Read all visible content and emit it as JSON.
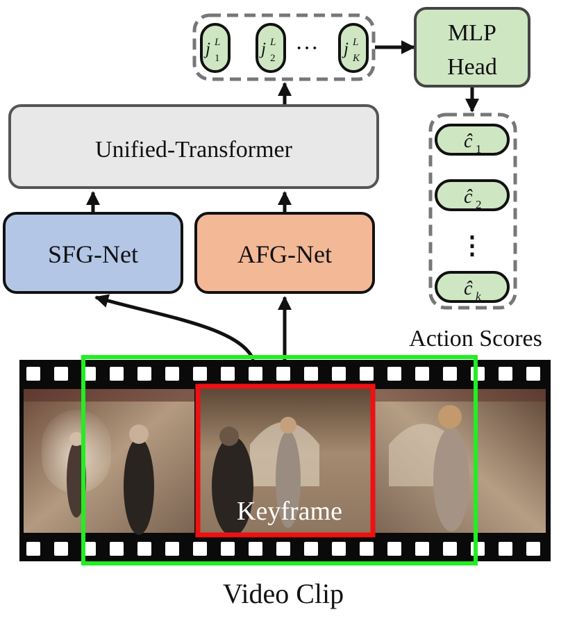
{
  "tokens": {
    "items": [
      {
        "base": "j",
        "sup": "L",
        "sub": "1"
      },
      {
        "base": "j",
        "sup": "L",
        "sub": "2"
      },
      {
        "base": "j",
        "sup": "L",
        "sub": "K"
      }
    ],
    "ellipsis": "···"
  },
  "mlp_head": {
    "line1": "MLP",
    "line2": "Head"
  },
  "transformer": {
    "label": "Unified-Transformer"
  },
  "sfg": {
    "label": "SFG-Net"
  },
  "afg": {
    "label": "AFG-Net"
  },
  "scores": {
    "items": [
      {
        "base": "ĉ",
        "sub": "1"
      },
      {
        "base": "ĉ",
        "sub": "2"
      },
      {
        "base": "ĉ",
        "sub": "k"
      }
    ],
    "ellipsis": "⋮",
    "caption": "Action Scores"
  },
  "video": {
    "keyframe_label": "Keyframe",
    "caption": "Video Clip"
  },
  "colors": {
    "green_fill": "#cfe6c3",
    "blue_fill": "#b3c6e6",
    "orange_fill": "#f3b896",
    "gray_fill": "#e8e8e8",
    "clip_border": "#22ee22",
    "keyframe_border": "#ee1111"
  }
}
